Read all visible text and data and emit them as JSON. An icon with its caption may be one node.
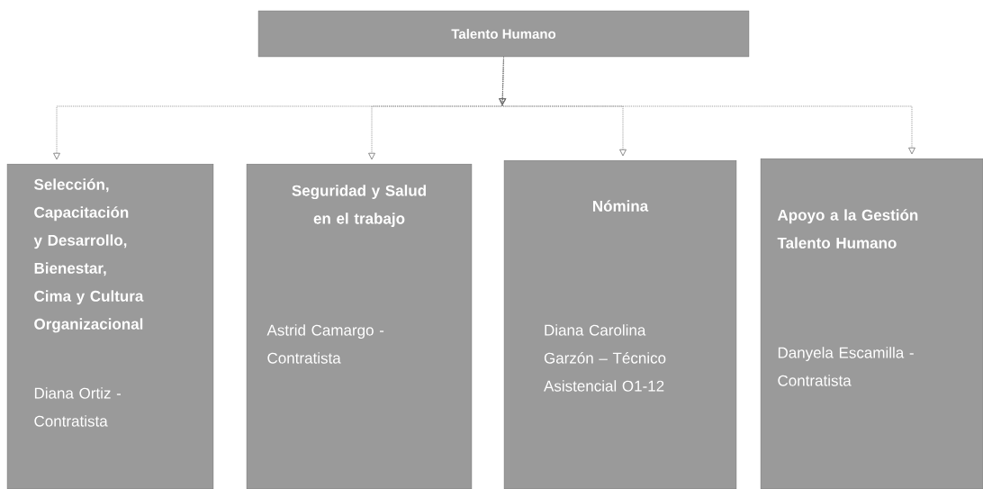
{
  "diagram": {
    "nodes": [
      {
        "text": [
          "Talento Humano"
        ]
      },
      {
        "text": [
          "Selección, Capacitación y Desarrollo, Bienestar, Cima y Cultura Organizacional",
          "Diana Ortiz - Contratista"
        ]
      },
      {
        "text": [
          "Seguridad y Salud en el trabajo",
          "Astrid Camargo  - Contratista"
        ]
      },
      {
        "text": [
          "Nómina",
          "Diana Carolina Garzón – Técnico Asistencial O1-12"
        ]
      },
      {
        "text": [
          "Apoyo a la Gestión Talento Humano",
          "Danyela Escamilla - Contratista"
        ]
      }
    ],
    "edges": [
      {
        "from": 0,
        "to": 1,
        "arrow": "to",
        "style": "dashed"
      },
      {
        "from": 0,
        "to": 2,
        "arrow": "to",
        "style": "dashed"
      },
      {
        "from": 0,
        "to": 3,
        "arrow": "to",
        "style": "dashed"
      },
      {
        "from": 0,
        "to": 4,
        "arrow": "to",
        "style": "dashed"
      }
    ]
  }
}
